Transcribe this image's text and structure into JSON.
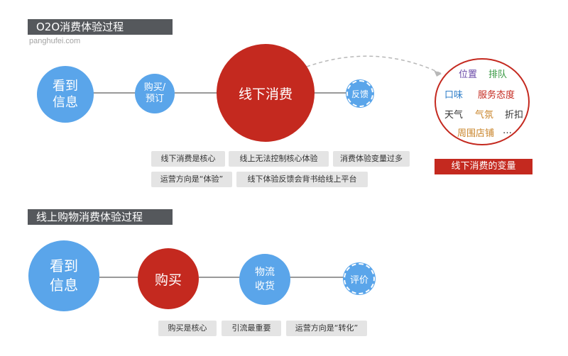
{
  "o2o": {
    "title": "O2O消费体验过程",
    "watermark": "panghufei.com",
    "nodes": {
      "info": "看到\n信息",
      "buy": "购买/\n预订",
      "offline": "线下消费",
      "feedback": "反馈"
    },
    "tags": [
      "线下消费是核心",
      "线上无法控制核心体验",
      "消费体验变量过多",
      "运营方向是“体验”",
      "线下体验反馈会背书给线上平台"
    ],
    "variables": {
      "label": "线下消费的变量",
      "words": [
        {
          "text": "位置",
          "color": "#6a4aa8"
        },
        {
          "text": "排队",
          "color": "#3a9a45"
        },
        {
          "text": "口味",
          "color": "#2e7ec9"
        },
        {
          "text": "服务态度",
          "color": "#c4291f"
        },
        {
          "text": "天气",
          "color": "#333333"
        },
        {
          "text": "气氛",
          "color": "#c9842a"
        },
        {
          "text": "折扣",
          "color": "#333333"
        },
        {
          "text": "周围店铺",
          "color": "#c9842a"
        },
        {
          "text": "…",
          "color": "#333333"
        }
      ]
    }
  },
  "online": {
    "title": "线上购物消费体验过程",
    "nodes": {
      "info": "看到\n信息",
      "buy": "购买",
      "logistics": "物流\n收货",
      "review": "评价"
    },
    "tags": [
      "购买是核心",
      "引流最重要",
      "运营方向是“转化”"
    ]
  },
  "colors": {
    "blue": "#5aa5ea",
    "red": "#c4291f",
    "tag_bg": "#e4e4e4",
    "title_bg": "#55585c"
  }
}
